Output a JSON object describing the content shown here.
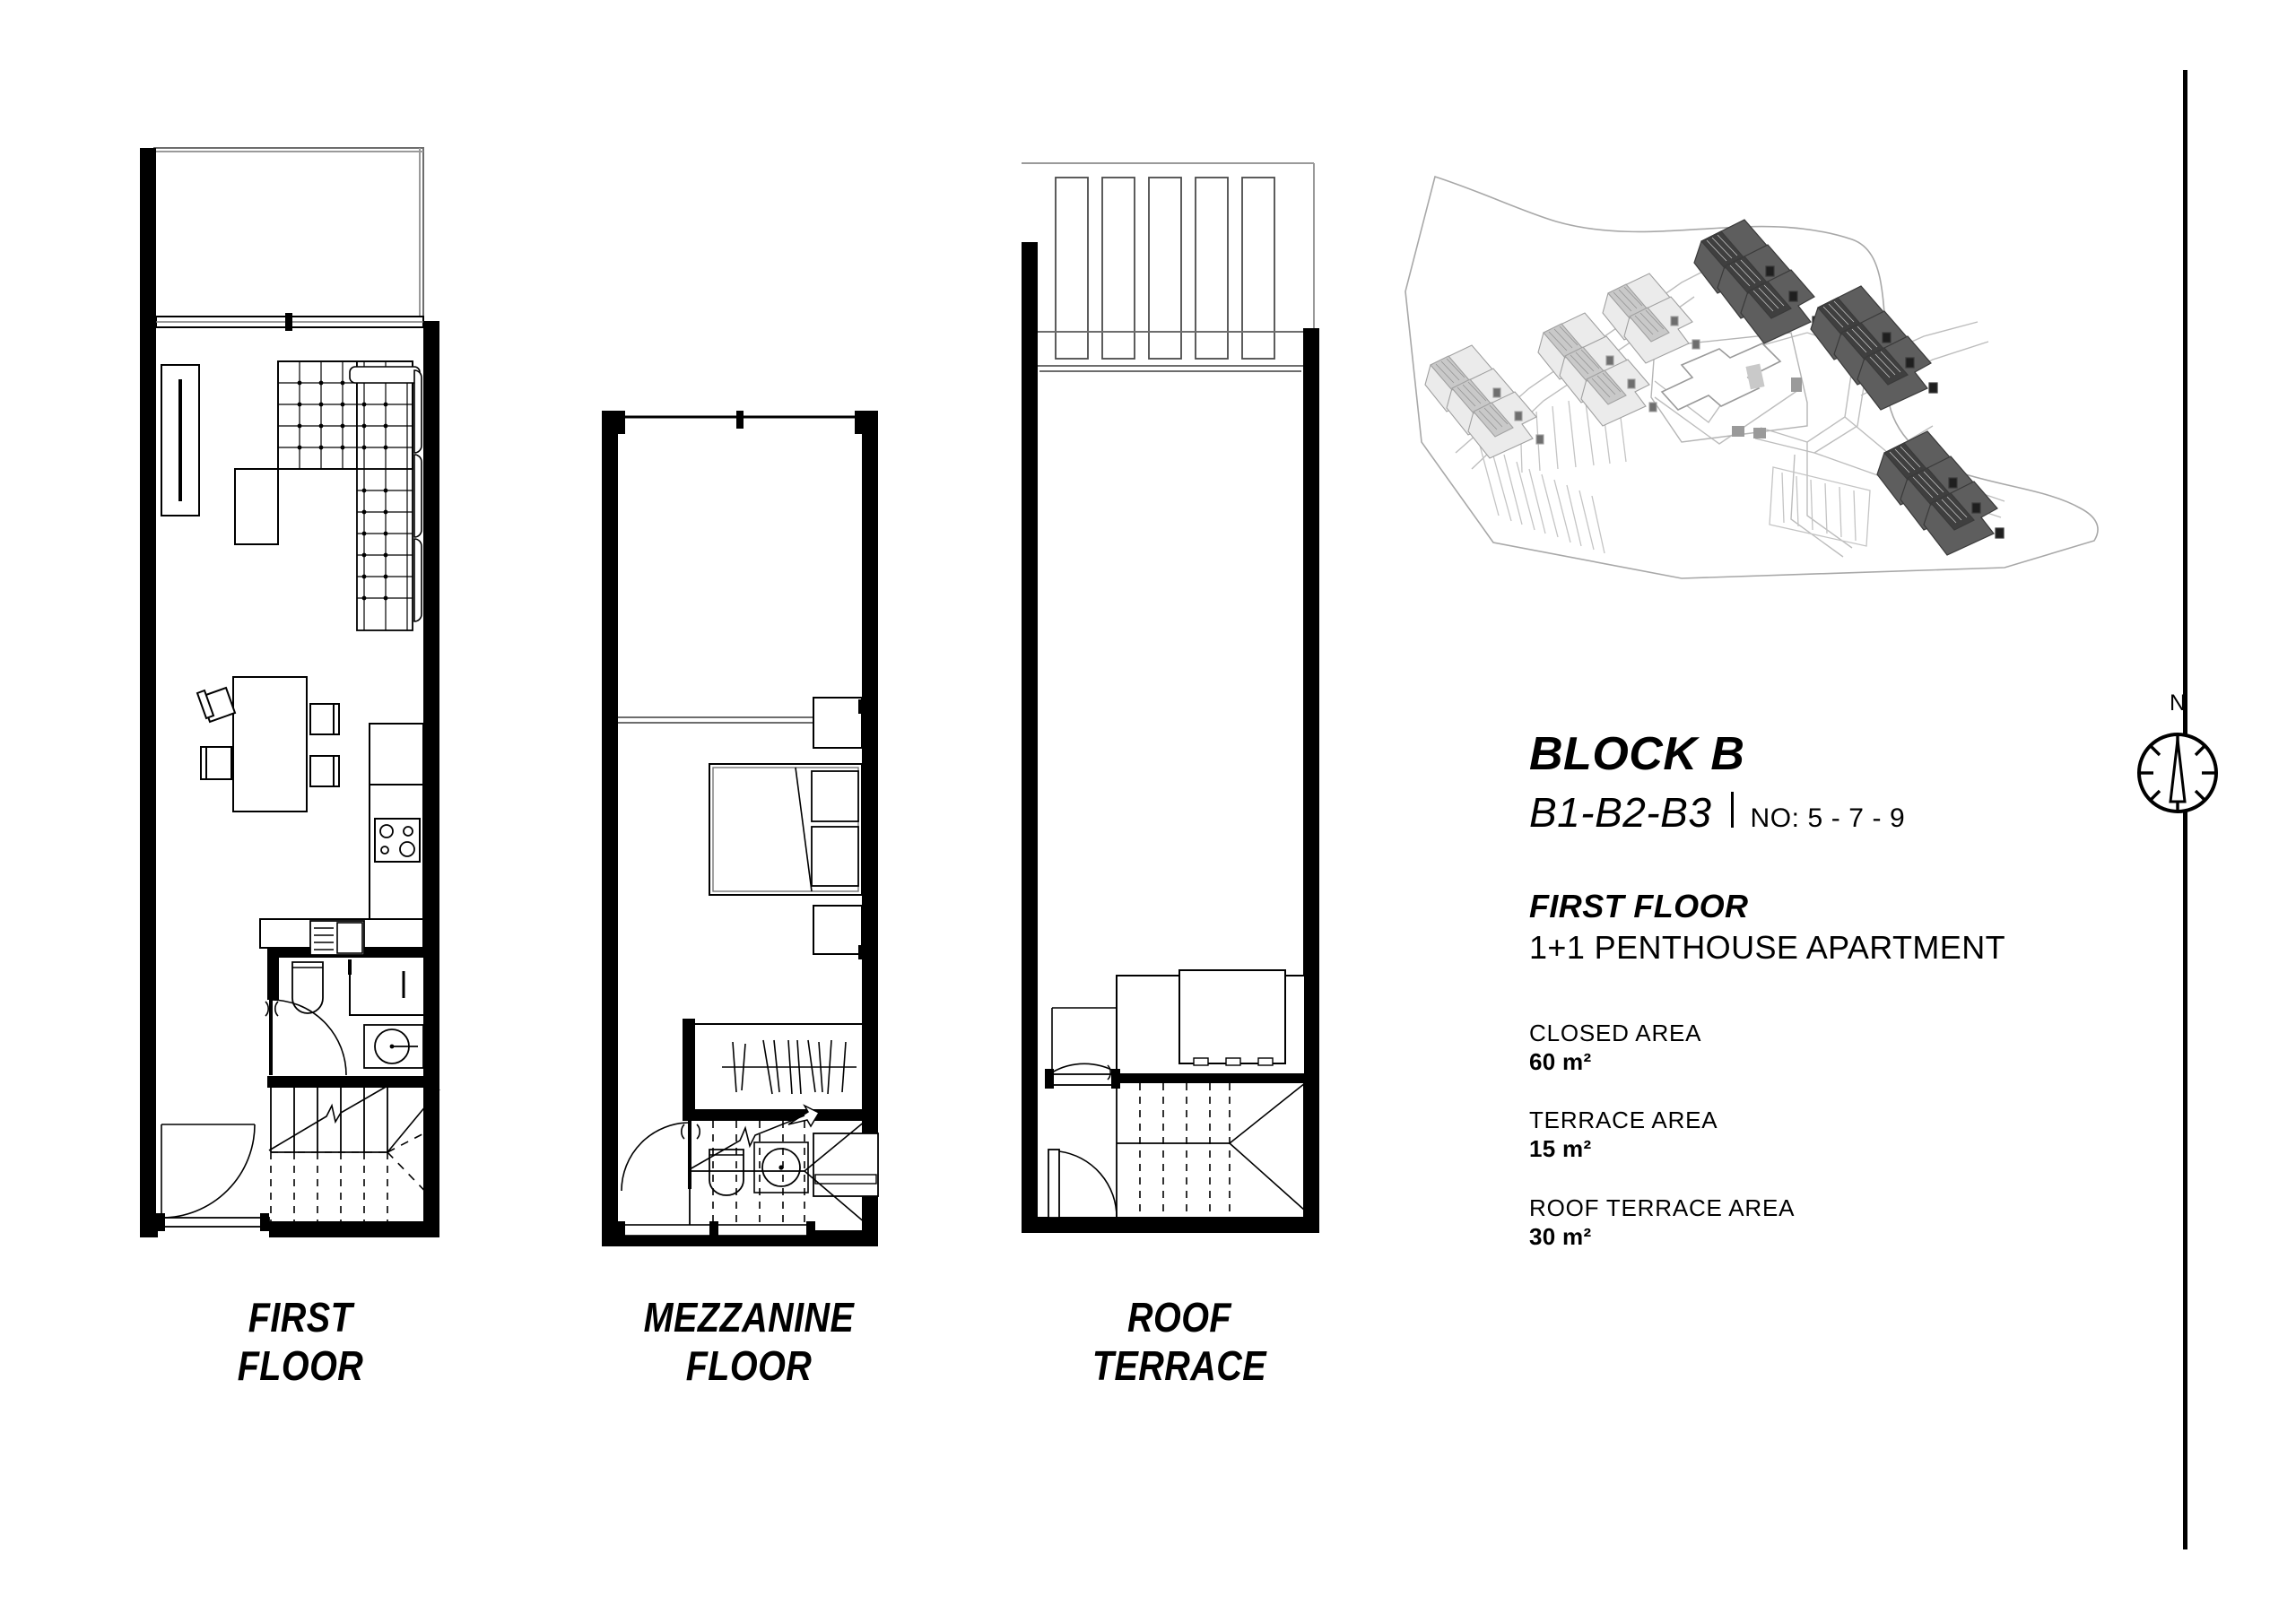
{
  "document": {
    "kind": "architectural-floor-plan-sheet",
    "background_color": "#ffffff",
    "ink_color": "#000000"
  },
  "plans": [
    {
      "id": "first-floor",
      "caption": "FIRST\nFLOOR",
      "rooms": [
        "terrace",
        "living room",
        "dining",
        "kitchen",
        "bathroom",
        "entry",
        "staircase"
      ],
      "furniture": [
        "l-shaped sofa",
        "coffee table",
        "tv unit",
        "dining table",
        "four chairs",
        "cooktop",
        "sink",
        "refrigerator",
        "toilet",
        "shower",
        "washbasin"
      ]
    },
    {
      "id": "mezzanine-floor",
      "caption": "MEZZANINE\nFLOOR",
      "rooms": [
        "void over living",
        "bedroom",
        "wardrobe",
        "bathroom",
        "staircase"
      ],
      "furniture": [
        "double bed",
        "two pillows",
        "two nightstands",
        "wardrobe rail",
        "toilet",
        "washbasin",
        "counter",
        "staircase"
      ]
    },
    {
      "id": "roof-terrace",
      "caption": "ROOF\nTERRACE",
      "rooms": [
        "pergola",
        "open roof terrace",
        "stair enclosure"
      ],
      "furniture": [
        "pergola slats",
        "roof unit",
        "staircase"
      ]
    }
  ],
  "site_plan": {
    "name": "site-key-plan",
    "highlight_color": "#595959",
    "secondary_color": "#b8b8b8",
    "outline_color": "#9a9a9a",
    "highlighted_clusters": 3,
    "description": "Site key plan with Block B clusters highlighted in dark grey"
  },
  "info": {
    "block_title": "BLOCK B",
    "block_code": "B1-B2-B3",
    "block_no": "NO: 5 - 7 - 9",
    "floor_title": "FIRST FLOOR",
    "floor_subtitle": "1+1 PENTHOUSE APARTMENT",
    "areas": [
      {
        "label": "CLOSED AREA",
        "value": "60 m²"
      },
      {
        "label": "TERRACE AREA",
        "value": "15 m²"
      },
      {
        "label": "ROOF TERRACE AREA",
        "value": "30 m²"
      }
    ]
  },
  "compass": {
    "north_label": "N"
  }
}
